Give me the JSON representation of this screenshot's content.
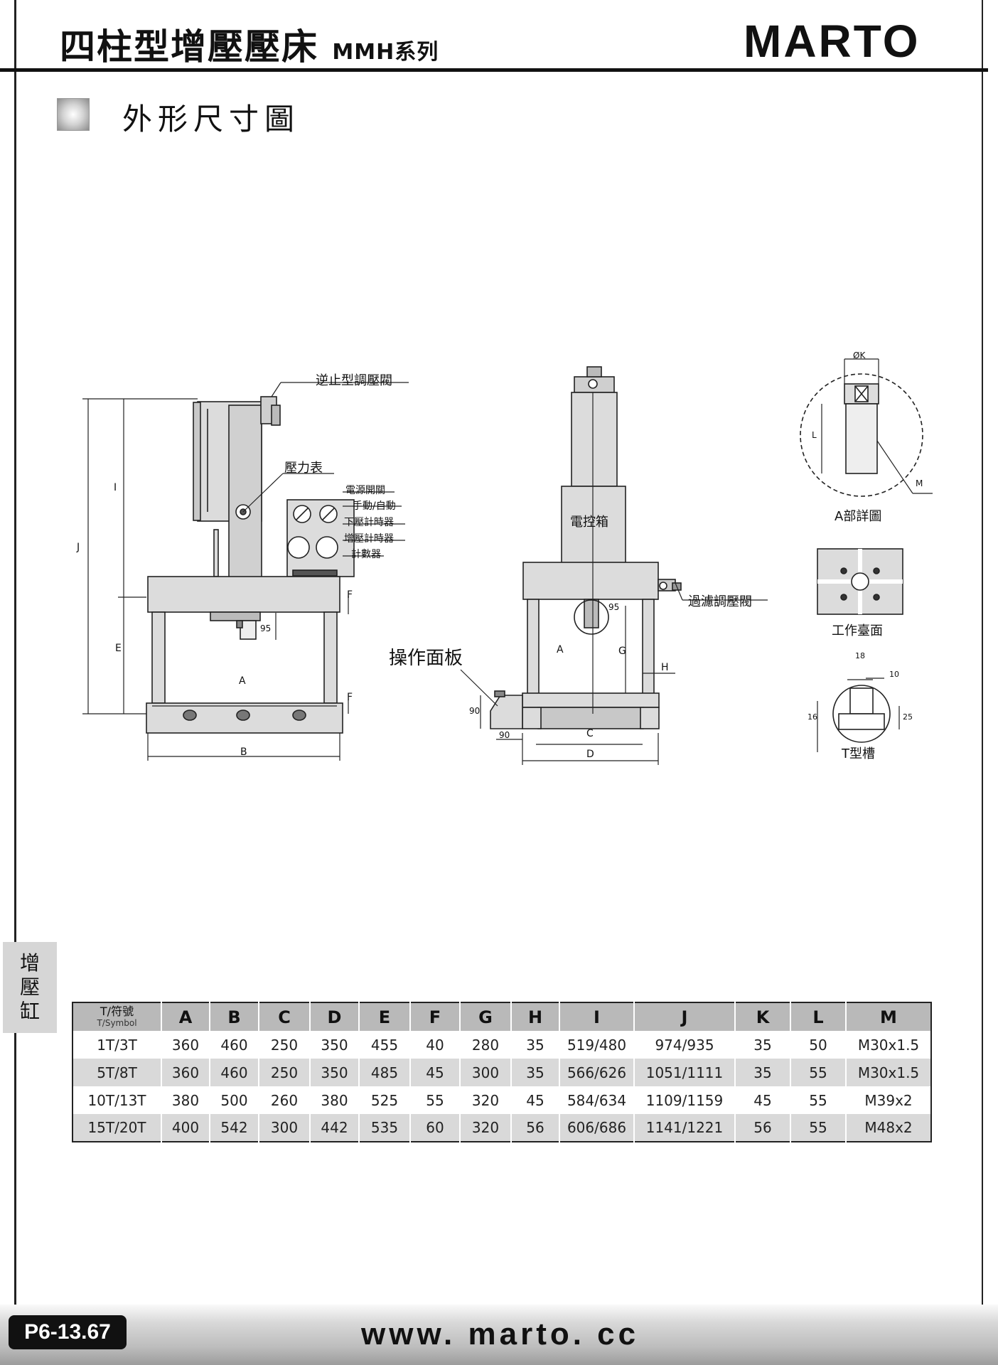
{
  "header": {
    "title": "四柱型增壓壓床",
    "series": "MMH系列",
    "brand": "MARTO"
  },
  "section": {
    "title": "外形尺寸圖"
  },
  "drawing": {
    "labels": {
      "check_valve": "逆止型調壓閥",
      "pressure_gauge": "壓力表",
      "power_switch": "電源開關",
      "manual_auto": "手動/自動",
      "down_timer": "下壓計時器",
      "boost_timer": "增壓計時器",
      "counter": "計數器",
      "control_box": "電控箱",
      "filter_regulator": "過濾調壓閥",
      "operation_panel": "操作面板",
      "detail_a": "A部詳圖",
      "work_table": "工作臺面",
      "t_slot": "T型槽"
    },
    "dims": {
      "A": "A",
      "B": "B",
      "C": "C",
      "D": "D",
      "E": "E",
      "F": "F",
      "G": "G",
      "H": "H",
      "I": "I",
      "J": "J",
      "K": "ØK",
      "L": "L",
      "M": "M",
      "v95": "95",
      "v90": "90",
      "v18": "18",
      "v10": "10",
      "v16": "16",
      "v25": "25"
    }
  },
  "side_tab": [
    "增",
    "壓",
    "缸"
  ],
  "table": {
    "symbol_header": "T/符號",
    "symbol_sub": "T/Symbol",
    "columns": [
      "A",
      "B",
      "C",
      "D",
      "E",
      "F",
      "G",
      "H",
      "I",
      "J",
      "K",
      "L",
      "M"
    ],
    "rows": [
      [
        "1T/3T",
        "360",
        "460",
        "250",
        "350",
        "455",
        "40",
        "280",
        "35",
        "519/480",
        "974/935",
        "35",
        "50",
        "M30x1.5"
      ],
      [
        "5T/8T",
        "360",
        "460",
        "250",
        "350",
        "485",
        "45",
        "300",
        "35",
        "566/626",
        "1051/1111",
        "35",
        "55",
        "M30x1.5"
      ],
      [
        "10T/13T",
        "380",
        "500",
        "260",
        "380",
        "525",
        "55",
        "320",
        "45",
        "584/634",
        "1109/1159",
        "45",
        "55",
        "M39x2"
      ],
      [
        "15T/20T",
        "400",
        "542",
        "300",
        "442",
        "535",
        "60",
        "320",
        "56",
        "606/686",
        "1141/1221",
        "56",
        "55",
        "M48x2"
      ]
    ]
  },
  "footer": {
    "page": "P6-13.67",
    "url": "www. marto. cc"
  }
}
